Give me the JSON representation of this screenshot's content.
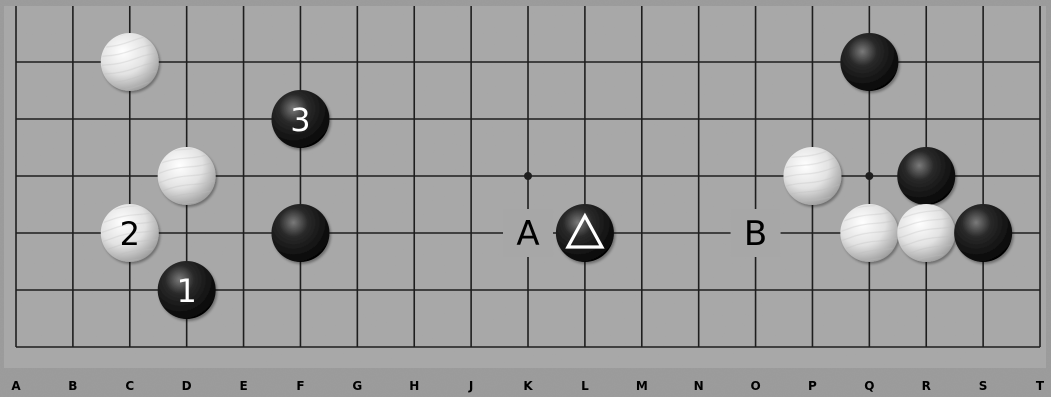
{
  "board": {
    "columns": [
      "A",
      "B",
      "C",
      "D",
      "E",
      "F",
      "G",
      "H",
      "J",
      "K",
      "L",
      "M",
      "N",
      "O",
      "P",
      "Q",
      "R",
      "S",
      "T"
    ],
    "visible_rows": 6,
    "star_points": [
      [
        "K",
        4
      ],
      [
        "Q",
        4
      ]
    ]
  },
  "stones": [
    {
      "id": "w-c6",
      "color": "white",
      "col": "C",
      "row": 6,
      "label": ""
    },
    {
      "id": "b-f5",
      "color": "black",
      "col": "F",
      "row": 5,
      "label": "3"
    },
    {
      "id": "w-d4",
      "color": "white",
      "col": "D",
      "row": 4,
      "label": ""
    },
    {
      "id": "w-c3",
      "color": "white",
      "col": "C",
      "row": 3,
      "label": "2"
    },
    {
      "id": "b-f3",
      "color": "black",
      "col": "F",
      "row": 3,
      "label": ""
    },
    {
      "id": "b-d2",
      "color": "black",
      "col": "D",
      "row": 2,
      "label": "1"
    },
    {
      "id": "b-l3",
      "color": "black",
      "col": "L",
      "row": 3,
      "label": "",
      "marker": "triangle"
    },
    {
      "id": "b-q6",
      "color": "black",
      "col": "Q",
      "row": 6,
      "label": ""
    },
    {
      "id": "w-p4",
      "color": "white",
      "col": "P",
      "row": 4,
      "label": ""
    },
    {
      "id": "b-r4",
      "color": "black",
      "col": "R",
      "row": 4,
      "label": ""
    },
    {
      "id": "w-q3",
      "color": "white",
      "col": "Q",
      "row": 3,
      "label": ""
    },
    {
      "id": "w-r3",
      "color": "white",
      "col": "R",
      "row": 3,
      "label": ""
    },
    {
      "id": "b-s3",
      "color": "black",
      "col": "S",
      "row": 3,
      "label": ""
    }
  ],
  "point_labels": [
    {
      "text": "A",
      "col": "K",
      "row": 3
    },
    {
      "text": "B",
      "col": "O",
      "row": 3
    }
  ],
  "colors": {
    "board": "#a7a7a7",
    "grid": "#1e1e1e",
    "black_stone": "#111111",
    "white_stone": "#e6e6e6"
  }
}
